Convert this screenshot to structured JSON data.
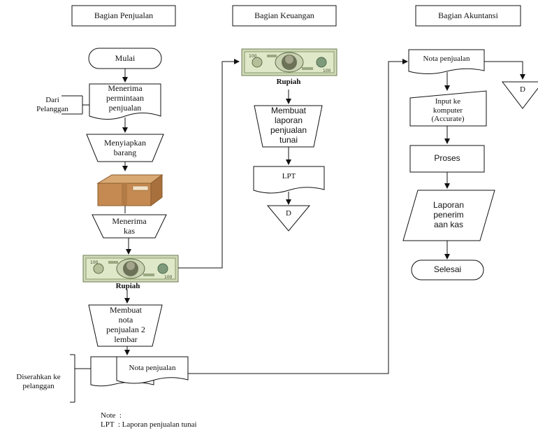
{
  "lanes": {
    "penjualan": "Bagian Penjualan",
    "keuangan": "Bagian Keuangan",
    "akuntansi": "Bagian Akuntansi"
  },
  "penjualan": {
    "start": "Mulai",
    "receive_order": "Menerima\npermintaan\npenjualan",
    "from_customer": "Dari\nPelanggan",
    "prepare_goods": "Menyiapkan\nbarang",
    "receive_cash": "Menerima\nkas",
    "money_label": "Rupiah",
    "make_invoice": "Membuat\nnota\npenjualan 2\nlembar",
    "invoice_doc": "Nota penjualan",
    "to_customer": "Diserahkan ke\npelanggan"
  },
  "keuangan": {
    "money_label": "Rupiah",
    "make_report": "Membuat\nlaporan\npenjualan\ntunai",
    "report_doc": "LPT",
    "file_d": "D"
  },
  "akuntansi": {
    "invoice_doc": "Nota penjualan",
    "file_d": "D",
    "input": "Input ke\nkomputer\n(Accurate)",
    "process": "Proses",
    "report": "Laporan\npenerim\naan kas",
    "end": "Selesai"
  },
  "note": {
    "title": "Note  :",
    "lpt": "LPT  : Laporan penjualan tunai"
  }
}
